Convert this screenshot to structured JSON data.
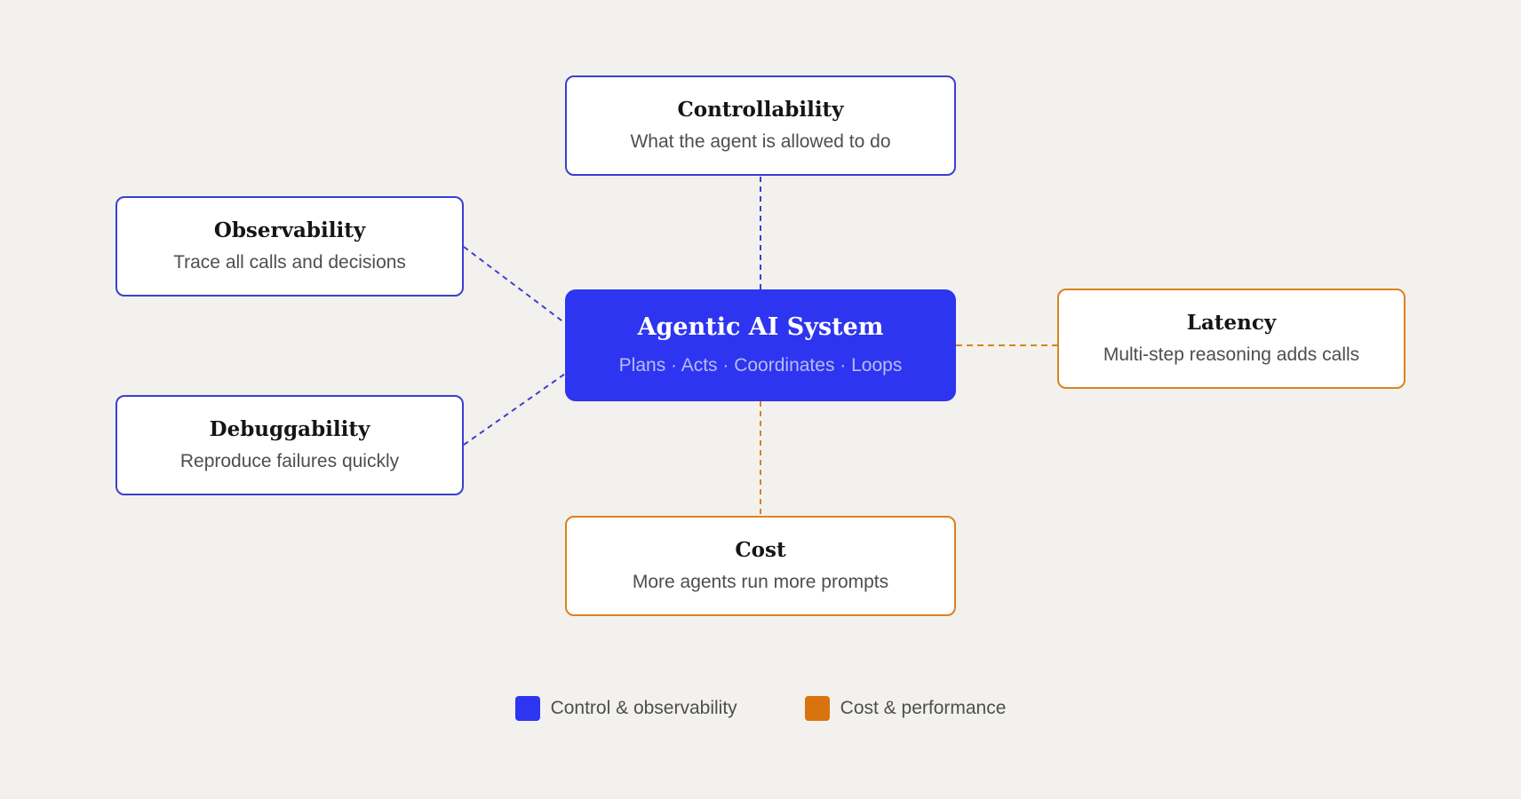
{
  "colors": {
    "background": "#f2f1ed",
    "control": "#3a3fd0",
    "center_fill": "#2e35f0",
    "performance": "#d9831e",
    "legend_control": "#2e35f0",
    "legend_performance": "#d9730f"
  },
  "center": {
    "title": "Agentic AI System",
    "subtitle": "Plans · Acts · Coordinates · Loops"
  },
  "nodes": {
    "controllability": {
      "title": "Controllability",
      "desc": "What the agent is allowed to do",
      "group": "control"
    },
    "observability": {
      "title": "Observability",
      "desc": "Trace all calls and decisions",
      "group": "control"
    },
    "debuggability": {
      "title": "Debuggability",
      "desc": "Reproduce failures quickly",
      "group": "control"
    },
    "latency": {
      "title": "Latency",
      "desc": "Multi-step reasoning adds calls",
      "group": "performance"
    },
    "cost": {
      "title": "Cost",
      "desc": "More agents run more prompts",
      "group": "performance"
    }
  },
  "legend": {
    "control": {
      "label": "Control & observability"
    },
    "performance": {
      "label": "Cost & performance"
    }
  }
}
